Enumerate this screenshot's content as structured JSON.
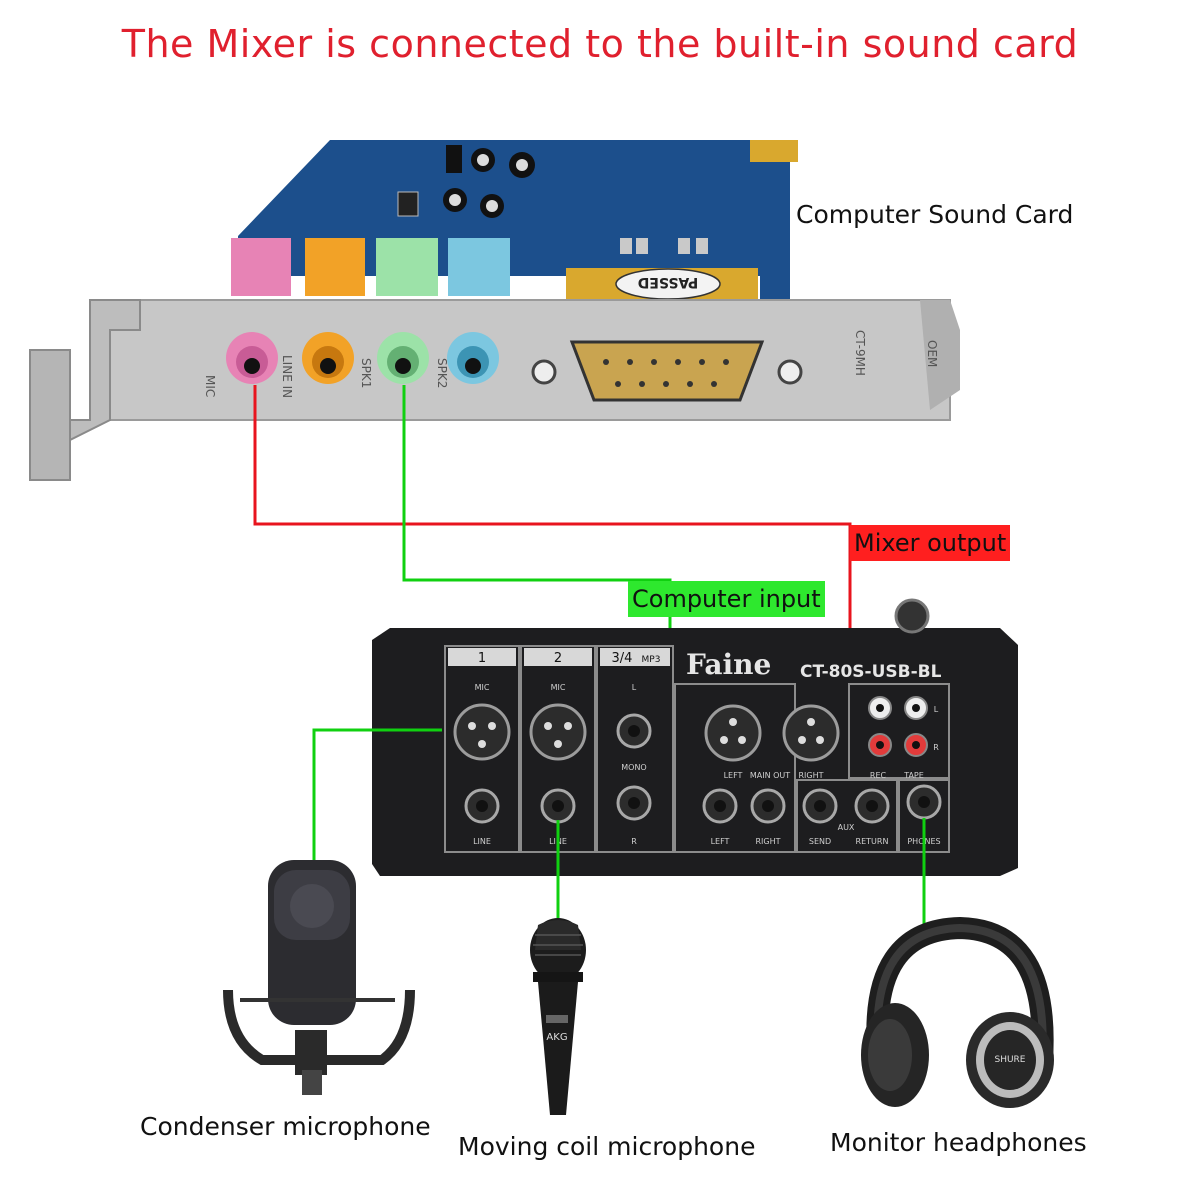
{
  "title": "The Mixer is connected to the built-in sound card",
  "colors": {
    "title": "#e0202e",
    "red_cable": "#e8141e",
    "green_cable": "#10d010",
    "mixer_output_bg": "#ff1f1f",
    "computer_input_bg": "#2ee82e",
    "pcb": "#1c4f8c",
    "bracket": "#c7c7c7",
    "mixer_body": "#1d1d1f"
  },
  "labels": {
    "sound_card": "Computer Sound Card",
    "mixer_output": "Mixer output",
    "computer_input": "Computer input",
    "condenser_mic": "Condenser microphone",
    "moving_coil_mic": "Moving coil microphone",
    "headphones": "Monitor headphones"
  },
  "sound_card": {
    "chip_text": "PASSED",
    "port_labels": [
      "MIC",
      "LINE IN",
      "SPK1",
      "SPK2"
    ],
    "side_label": "CT-9MH",
    "corner_label": "OEM"
  },
  "mixer": {
    "brand": "Faine",
    "model": "CT-80S-USB-BL",
    "channels": [
      "1",
      "2",
      "3/4"
    ],
    "channel_suffix": "MP3",
    "ch1_top": "MIC",
    "ch1_bottom": "LINE",
    "ch2_top": "MIC",
    "ch2_bottom": "LINE",
    "ch3_top": "L",
    "ch3_mid": "MONO",
    "ch3_bottom": "R",
    "main_out": "MAIN OUT",
    "left": "LEFT",
    "right": "RIGHT",
    "rca_l": "L",
    "rca_r": "R",
    "rec": "REC",
    "tape": "TAPE",
    "aux": "AUX",
    "send": "SEND",
    "return": "RETURN",
    "phones": "PHONES"
  },
  "mic_brand": "AKG",
  "headphone_brand": "SHURE"
}
